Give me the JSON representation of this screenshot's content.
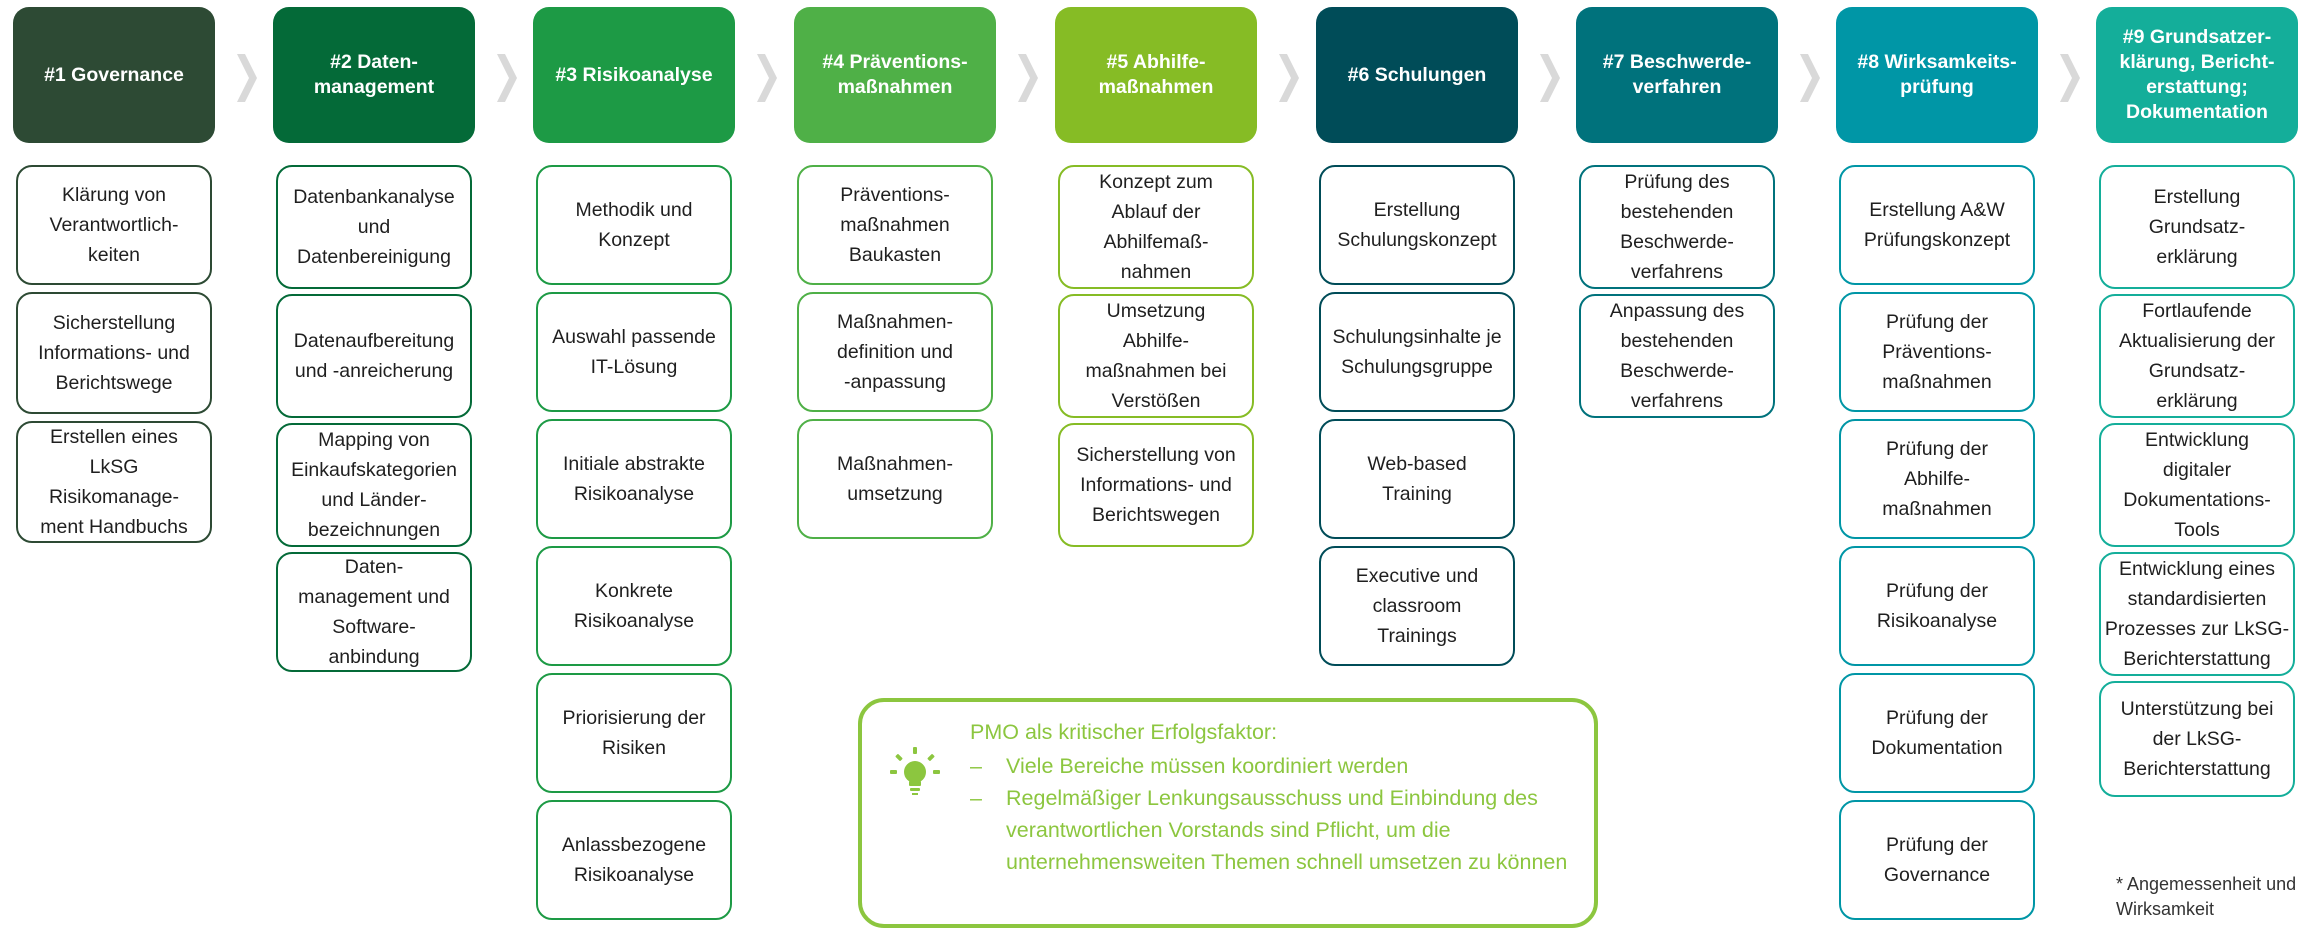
{
  "columns": [
    {
      "header": "#1 Governance",
      "color": "#2d4a34",
      "items": [
        "Klärung von\nVerantwortlich-\nkeiten",
        "Sicherstellung\nInformations- und\nBerichtswege",
        "Erstellen eines\nLkSG\nRisikomanage-\nment Handbuchs"
      ]
    },
    {
      "header": "#2 Daten-\nmanagement",
      "color": "#046a38",
      "items": [
        "Datenbankanalyse\nund\nDatenbereinigung",
        "Datenaufbereitung\nund -anreicherung",
        "Mapping von\nEinkaufskategorien\nund Länder-\nbezeichnungen",
        "Daten-\nmanagement und\nSoftware-\nanbindung"
      ]
    },
    {
      "header": "#3 Risikoanalyse",
      "color": "#1d9a45",
      "items": [
        "Methodik und\nKonzept",
        "Auswahl passende\nIT-Lösung",
        "Initiale abstrakte\nRisikoanalyse",
        "Konkrete\nRisikoanalyse",
        "Priorisierung der\nRisiken",
        "Anlassbezogene\nRisikoanalyse"
      ]
    },
    {
      "header": "#4 Präventions-\nmaßnahmen",
      "color": "#4fb047",
      "items": [
        "Präventions-\nmaßnahmen\nBaukasten",
        "Maßnahmen-\ndefinition und\n-anpassung",
        "Maßnahmen-\numsetzung"
      ]
    },
    {
      "header": "#5 Abhilfe-\nmaßnahmen",
      "color": "#86bc25",
      "items": [
        "Konzept zum\nAblauf der\nAbhilfemaß-\nnahmen",
        "Umsetzung\nAbhilfe-\nmaßnahmen bei\nVerstößen",
        "Sicherstellung von\nInformations- und\nBerichtswegen"
      ]
    },
    {
      "header": "#6 Schulungen",
      "color": "#004c58",
      "items": [
        "Erstellung\nSchulungskonzept",
        "Schulungsinhalte je\nSchulungsgruppe",
        "Web-based\nTraining",
        "Executive und\nclassroom\nTrainings"
      ]
    },
    {
      "header": "#7 Beschwerde-\nverfahren",
      "color": "#00727c",
      "items": [
        "Prüfung des\nbestehenden\nBeschwerde-\nverfahrens",
        "Anpassung des\nbestehenden\nBeschwerde-\nverfahrens"
      ]
    },
    {
      "header": "#8 Wirksamkeits-\nprüfung",
      "color": "#0096a6",
      "items": [
        "Erstellung A&W\nPrüfungskonzept",
        "Prüfung der\nPräventions-\nmaßnahmen",
        "Prüfung der\nAbhilfe-\nmaßnahmen",
        "Prüfung der\nRisikoanalyse",
        "Prüfung der\nDokumentation",
        "Prüfung der\nGovernance"
      ]
    },
    {
      "header": "#9 Grundsatzer-\nklärung, Bericht-\nerstattung;\nDokumentation",
      "color": "#14ae9a",
      "items": [
        "Erstellung\nGrundsatz-\nerklärung",
        "Fortlaufende\nAktualisierung der\nGrundsatz-\nerklärung",
        "Entwicklung\ndigitaler\nDokumentations-\nTools",
        "Entwicklung eines\nstandardisierten\nProzesses zur LkSG-\nBerichterstattung",
        "Unterstützung bei\nder LkSG-\nBerichterstattung"
      ]
    }
  ],
  "pmo": {
    "title": "PMO als kritischer Erfolgsfaktor:",
    "bullets": [
      "Viele Bereiche müssen koordiniert werden",
      "Regelmäßiger Lenkungsausschuss und Einbindung des verantwortlichen Vorstands sind Pflicht, um die unternehmensweiten Themen schnell umsetzen zu können"
    ],
    "bullet_marker": "–",
    "icon": "lightbulb-icon",
    "color": "#8cc63f"
  },
  "footnote": "* Angemessenheit und\nWirksamkeit",
  "chevron_color": "#d9d9d9"
}
